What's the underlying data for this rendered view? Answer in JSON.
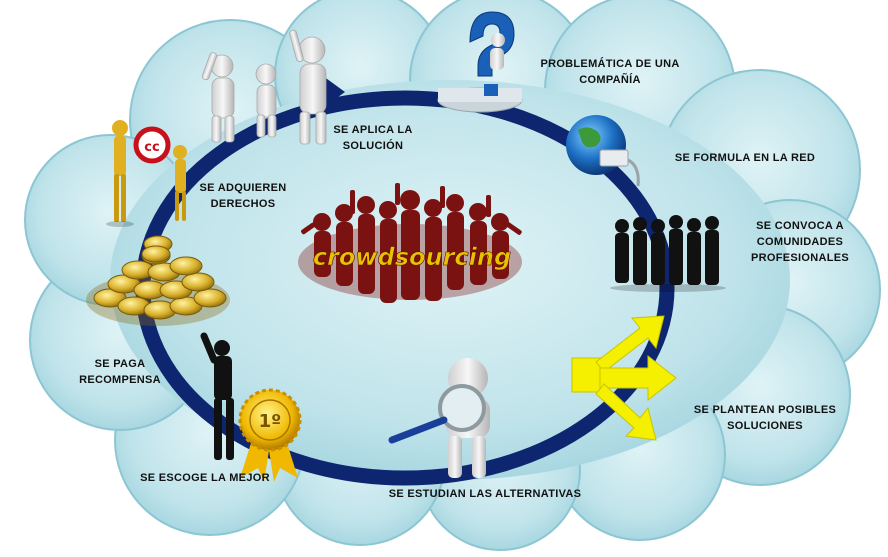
{
  "center_label": "crowdsourcing",
  "steps": [
    {
      "id": "problematica",
      "text": "PROBLEMÁTICA DE UNA\nCOMPAÑÍA",
      "icon": "question-mark-thinker-icon"
    },
    {
      "id": "formula",
      "text": "SE FORMULA EN LA RED",
      "icon": "globe-network-icon"
    },
    {
      "id": "convoca",
      "text": "SE CONVOCA A\nCOMUNIDADES\nPROFESIONALES",
      "icon": "professionals-silhouette-icon"
    },
    {
      "id": "plantean",
      "text": "SE PLANTEAN POSIBLES\nSOLUCIONES",
      "icon": "branching-arrows-icon"
    },
    {
      "id": "estudian",
      "text": "SE ESTUDIAN LAS ALTERNATIVAS",
      "icon": "magnifier-figure-icon"
    },
    {
      "id": "escoge",
      "text": "SE ESCOGE LA MEJOR",
      "icon": "first-place-medal-icon"
    },
    {
      "id": "paga",
      "text": "SE PAGA\nRECOMPENSA",
      "icon": "gold-coins-icon"
    },
    {
      "id": "derechos",
      "text": "SE ADQUIEREN\nDERECHOS",
      "icon": "creative-commons-figures-icon"
    },
    {
      "id": "aplica",
      "text": "SE APLICA LA\nSOLUCIÓN",
      "icon": "celebrating-figures-icon"
    }
  ],
  "medal_text": "1º",
  "colors": {
    "cloud": "#bfe3ea",
    "cloud_edge": "#8cc6d3",
    "cycle": "#0e2670",
    "yellow": "#f4f000",
    "crowd": "#7a1212",
    "logo_text": "#e6c200"
  }
}
